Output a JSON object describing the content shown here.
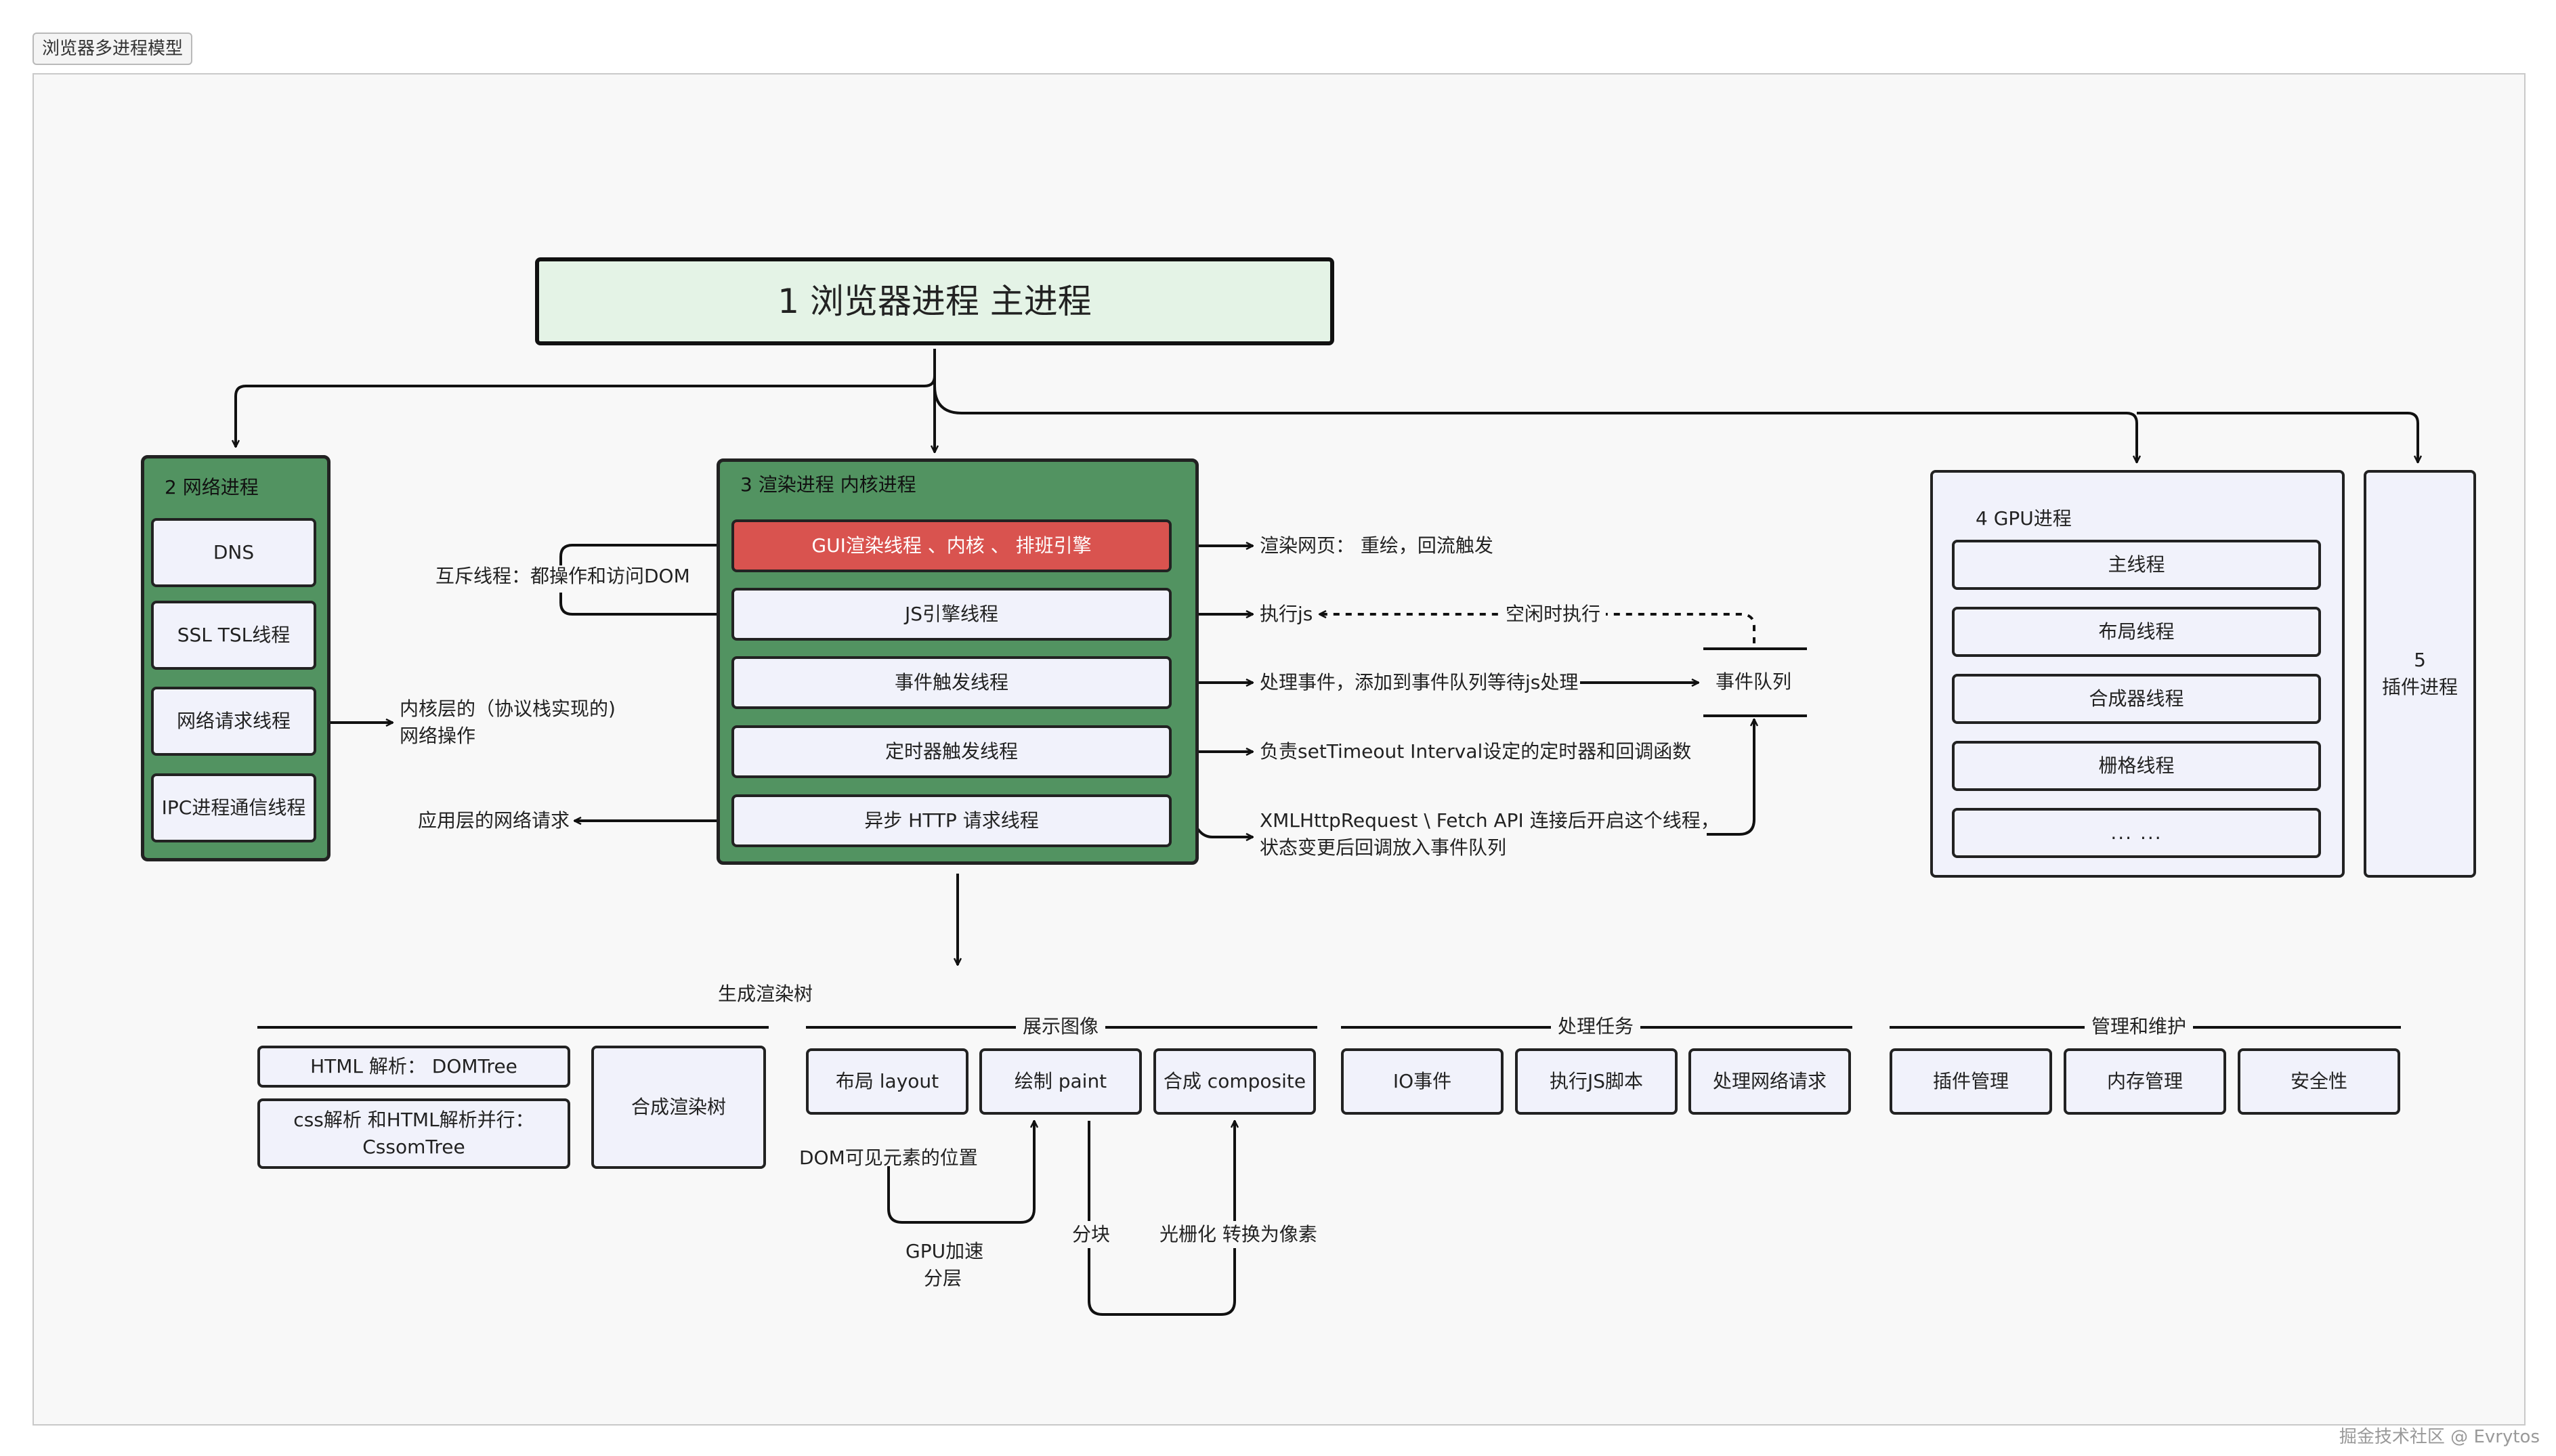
{
  "frame_title": "浏览器多进程模型",
  "main_process": "1 浏览器进程 主进程",
  "network_process": {
    "title": "2 网络进程",
    "items": [
      "DNS",
      "SSL TSL线程",
      "网络请求线程",
      "IPC进程通信线程"
    ],
    "note_line1": "内核层的（协议栈实现的)",
    "note_line2": "网络操作"
  },
  "render_process": {
    "title": "3 渲染进程  内核进程",
    "threads": [
      "GUI渲染线程 、内核 、 排班引擎",
      "JS引擎线程",
      "事件触发线程",
      "定时器触发线程",
      "异步 HTTP 请求线程"
    ],
    "mutex_note": "互斥线程：都操作和访问DOM",
    "app_layer_request": "应用层的网络请求",
    "gui_note": "渲染网页：  重绘，回流触发",
    "js_note": "执行js",
    "idle_note": "空闲时执行",
    "event_note": "处理事件，添加到事件队列等待js处理",
    "timer_note": "负责setTimeout Interval设定的定时器和回调函数",
    "http_note_line1": "XMLHttpRequest \\ Fetch API 连接后开启这个线程，",
    "http_note_line2": "状态变更后回调放入事件队列",
    "event_queue": "事件队列"
  },
  "gpu_process": {
    "title": "4  GPU进程",
    "items": [
      "主线程",
      "布局线程",
      "合成器线程",
      "栅格线程",
      "... ..."
    ]
  },
  "plugin_process": {
    "line1": "5",
    "line2": "插件进程"
  },
  "render_tree_group": {
    "title": "生成渲染树",
    "html_parse": "HTML 解析： DOMTree",
    "css_parse_line1": "css解析 和HTML解析并行：",
    "css_parse_line2": "CssomTree",
    "compose_tree": "合成渲染树"
  },
  "display_group": {
    "title": "展示图像",
    "items": [
      "布局 layout",
      "绘制 paint",
      "合成 composite"
    ],
    "dom_position": "DOM可见元素的位置",
    "gpu_line1": "GPU加速",
    "gpu_line2": "分层",
    "tiling": "分块",
    "raster": "光栅化 转换为像素"
  },
  "task_group": {
    "title": "处理任务",
    "items": [
      "IO事件",
      "执行JS脚本",
      "处理网络请求"
    ]
  },
  "manage_group": {
    "title": "管理和维护",
    "items": [
      "插件管理",
      "内存管理",
      "安全性"
    ]
  },
  "watermark": "掘金技术社区 @ Evrytos"
}
